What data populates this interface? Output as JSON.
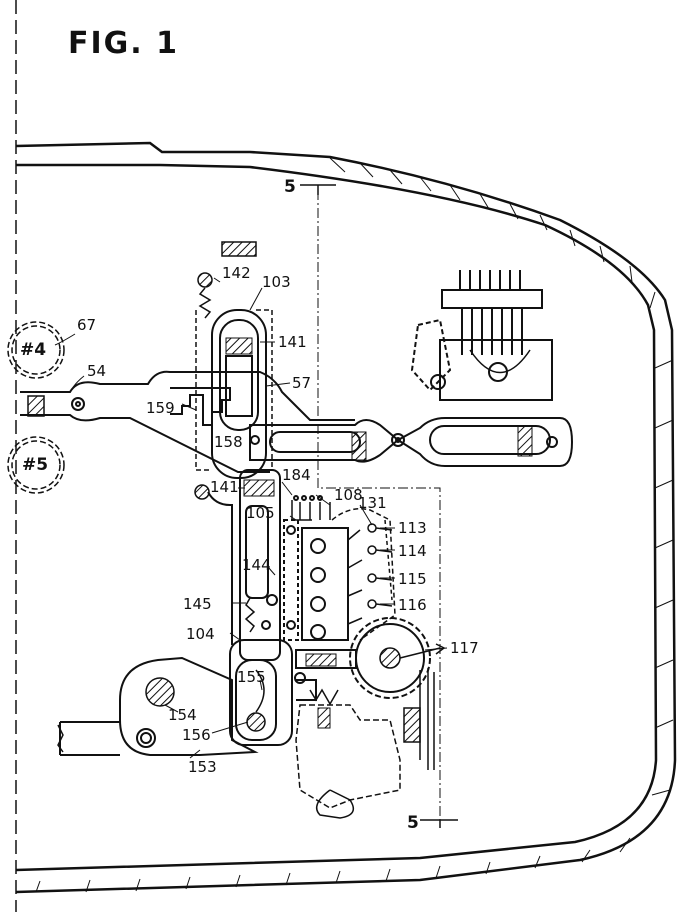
{
  "figure": {
    "title": "FIG. 1"
  },
  "section_marks": {
    "top": "5",
    "bottom": "5"
  },
  "ref_labels": {
    "l67": "67",
    "l54": "54",
    "l4": "#4",
    "l5": "#5",
    "l57": "57",
    "l159": "159",
    "l158": "158",
    "l142": "142",
    "l103": "103",
    "l141a": "141",
    "l141b": "141",
    "l184": "184",
    "l108": "108",
    "l105": "105",
    "l131": "131",
    "l113": "113",
    "l114": "114",
    "l115": "115",
    "l116": "116",
    "l144": "144",
    "l145": "145",
    "l104": "104",
    "l117": "117",
    "l155": "155",
    "l154": "154",
    "l156": "156",
    "l153": "153"
  },
  "colors": {
    "ink": "#111111",
    "paper": "#ffffff"
  }
}
